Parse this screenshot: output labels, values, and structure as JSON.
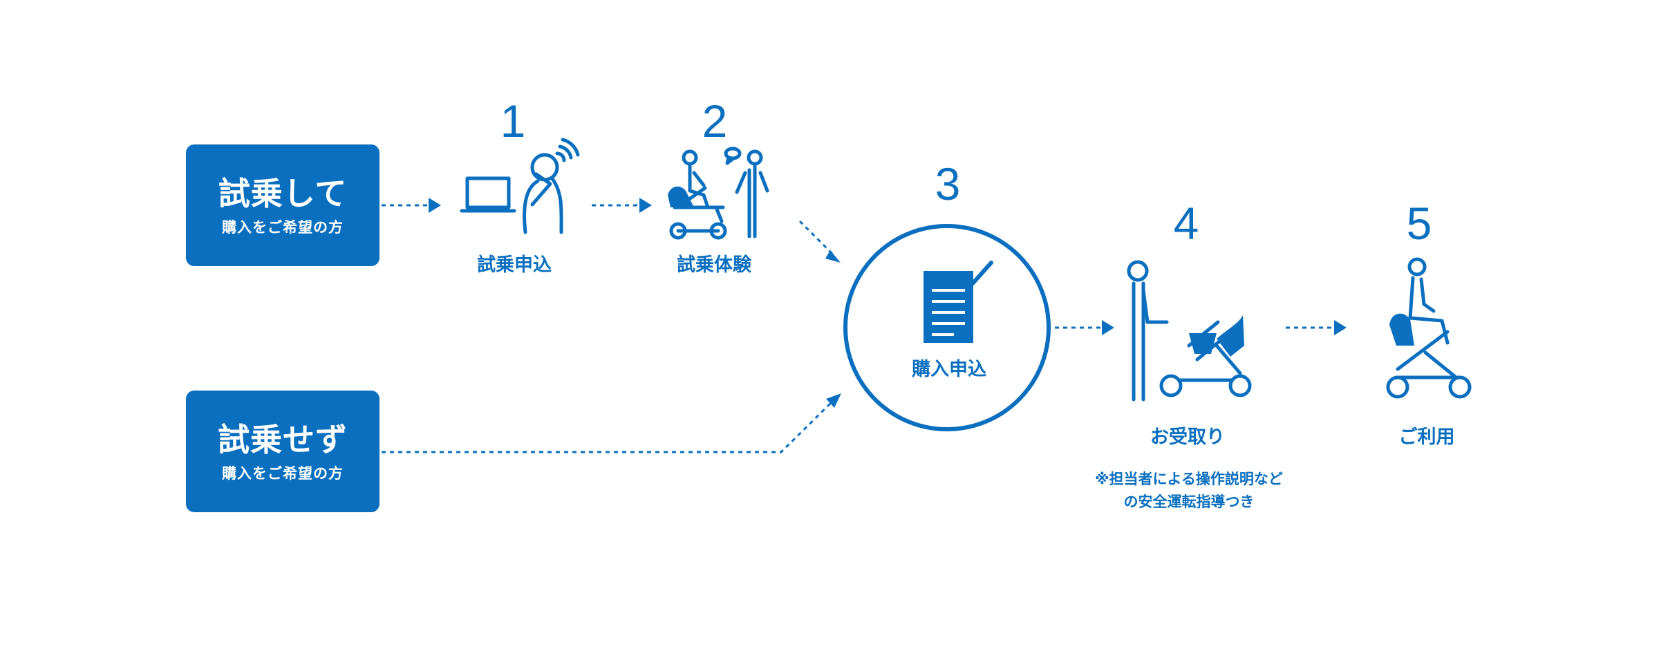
{
  "entry_boxes": [
    {
      "title": "試乗して",
      "subtitle": "購入をご希望の方"
    },
    {
      "title": "試乗せず",
      "subtitle": "購入をご希望の方"
    }
  ],
  "steps": [
    {
      "number": "1",
      "label": "試乗申込",
      "icon": "laptop-phone-icon"
    },
    {
      "number": "2",
      "label": "試乗体験",
      "icon": "test-ride-icon"
    },
    {
      "number": "3",
      "label": "購入申込",
      "icon": "document-pen-icon"
    },
    {
      "number": "4",
      "label": "お受取り",
      "icon": "person-vehicle-icon",
      "note_lines": [
        "※担当者による操作説明など",
        "の安全運転指導つき"
      ]
    },
    {
      "number": "5",
      "label": "ご利用",
      "icon": "rider-icon"
    }
  ],
  "colors": {
    "accent": "#0a6fbf",
    "box_text": "#ffffff",
    "background": "#ffffff"
  }
}
